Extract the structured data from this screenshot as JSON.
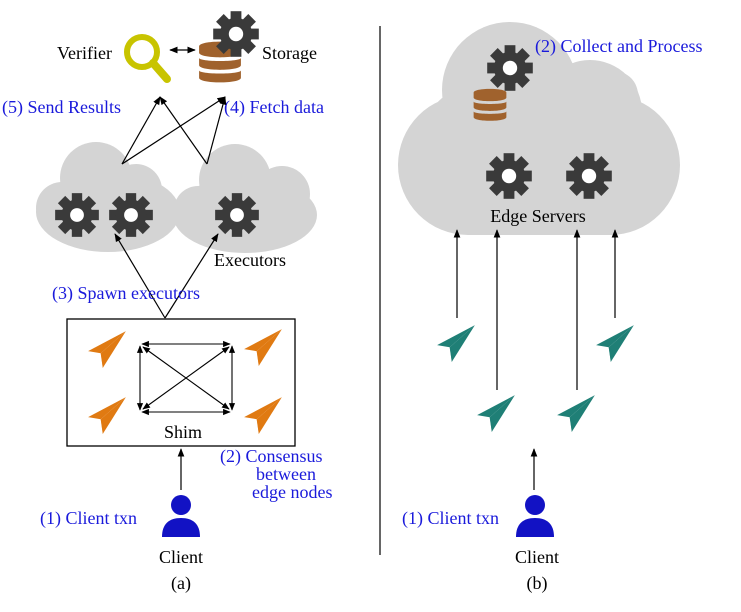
{
  "colors": {
    "cloud": "#d4d4d4",
    "gear": "#3a3a3a",
    "plane_orange": "#e07a12",
    "plane_teal": "#1f7f76",
    "client_blue": "#1212c4",
    "label_blue": "#1a1adb",
    "storage_brown": "#a0622d",
    "magnifier": "#c8c400"
  },
  "left": {
    "verifier_label": "Verifier",
    "storage_label": "Storage",
    "step5_label": "(5) Send Results",
    "step4_label": "(4) Fetch data",
    "executors_label": "Executors",
    "step3_label": "(3) Spawn executors",
    "shim_label": "Shim",
    "step2_lines": [
      "(2) Consensus",
      "between",
      "edge nodes"
    ],
    "step1_label": "(1) Client txn",
    "client_label": "Client",
    "caption": "(a)"
  },
  "right": {
    "step2_label": "(2) Collect and Process",
    "edge_servers_label": "Edge Servers",
    "step1_label": "(1) Client txn",
    "client_label": "Client",
    "caption": "(b)"
  },
  "icons": {
    "verifier": "magnifier-icon",
    "storage": "database-icon",
    "executor": "gear-icon",
    "edge_node": "paper-plane-icon",
    "client": "user-icon"
  }
}
